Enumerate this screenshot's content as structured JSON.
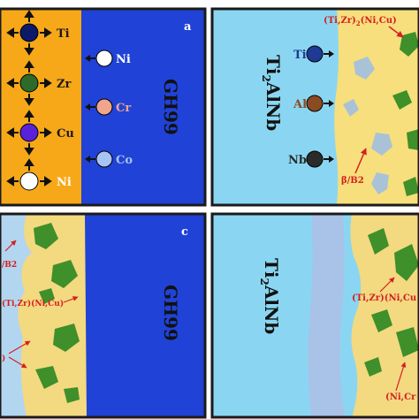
{
  "panel_a": {
    "letter": "a",
    "alloy": "GH99",
    "filler_elements": [
      "Ti",
      "Zr",
      "Cu",
      "Ni"
    ],
    "base_elements": [
      "Ni",
      "Cr",
      "Co"
    ],
    "colors": {
      "filler_bg": "#f7a819",
      "base_bg": "#2042d6",
      "Ti": "#0c1a6b",
      "Zr": "#2e6b2a",
      "Cu": "#5a22d8",
      "Ni": "#ffffff",
      "Cr": "#f0a58c",
      "Co": "#a8c4f2"
    }
  },
  "panel_b": {
    "alloy": "Ti2AlNb",
    "alloy_main": "Ti",
    "alloy_sub": "2",
    "alloy_rest": "AlNb",
    "elements": [
      "Ti",
      "Al",
      "Nb"
    ],
    "phase_top": "(Ti,Zr)2(Ni,Cu)",
    "phase_top_a": "(Ti,Zr)",
    "phase_top_sub": "2",
    "phase_top_b": "(Ni,Cu)",
    "phase_beta": "β/B2",
    "colors": {
      "base_bg": "#8ad6f2",
      "seam": "#f6df7c",
      "Ti": "#1e3a96",
      "Al": "#8a4a22",
      "Nb": "#2b2b2b"
    }
  },
  "panel_c": {
    "letter": "c",
    "alloy": "GH99",
    "label_b2": "/B2",
    "label_phase": "(Ti,Zr)(Ni,Cu)",
    "label_partial": ")"
  },
  "panel_d": {
    "alloy": "Ti2AlNb",
    "alloy_main": "Ti",
    "alloy_sub": "2",
    "alloy_rest": "AlNb",
    "label_phase1": "(Ti,Zr)(Ni,Cu",
    "label_phase2": "(Ni,Cr"
  }
}
